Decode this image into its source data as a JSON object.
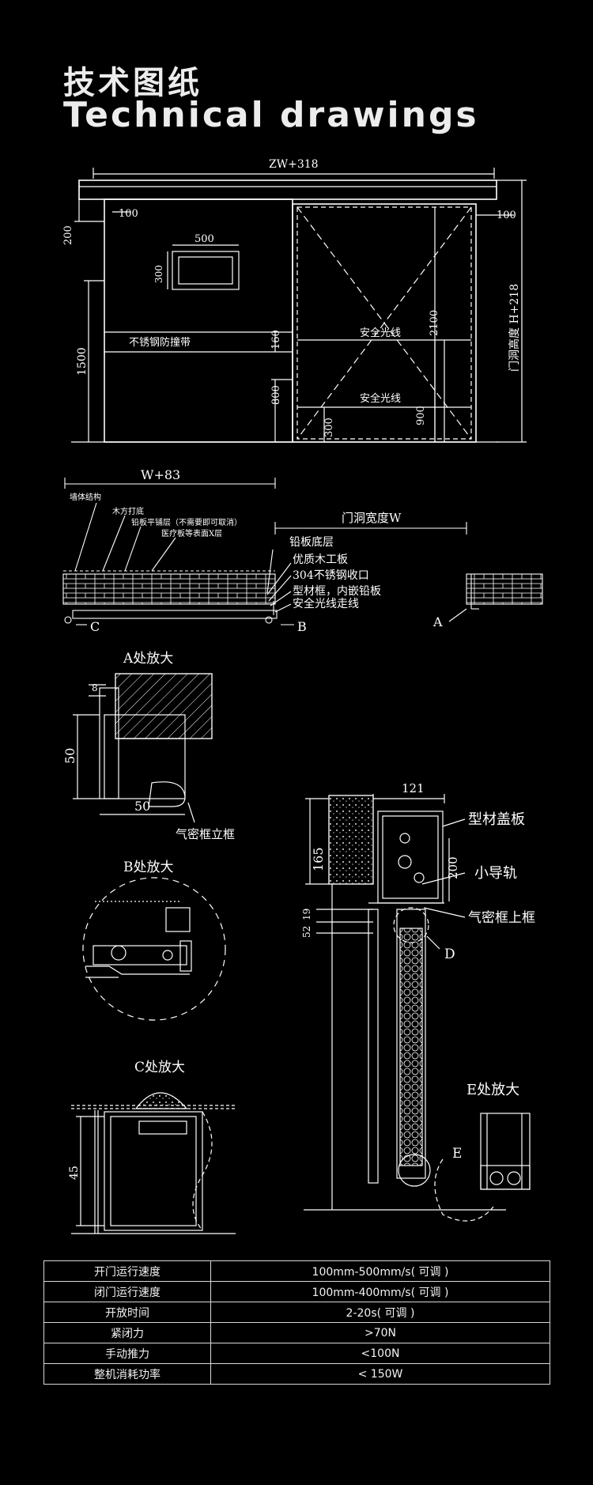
{
  "header": {
    "title_cn": "技术图纸",
    "title_en": "Technical drawings"
  },
  "elevation": {
    "top_dim": "ZW+318",
    "dim_100_left": "100",
    "dim_200": "200",
    "dim_500": "500",
    "dim_300_window": "300",
    "dim_1500": "1500",
    "dim_160": "160",
    "dim_800": "800",
    "dim_300_bottom": "300",
    "dim_2100": "2100",
    "dim_900": "900",
    "dim_100_right": "100",
    "opening_height": "门洞高度 H+218",
    "strip_label": "不锈钢防撞带",
    "safety_beam_upper": "安全光线",
    "safety_beam_lower": "安全光线"
  },
  "section": {
    "dim_w83": "W+83",
    "opening_width": "门洞宽度W",
    "labels_left": [
      "墙体结构",
      "木方打底",
      "铅板平铺层（不需要即可取消）",
      "医疗板等表面X层"
    ],
    "labels_right": [
      "铅板底层",
      "优质木工板",
      "304不锈钢收口",
      "型材框，内嵌铅板",
      "安全光线走线"
    ],
    "marker_a": "A",
    "marker_b": "B",
    "marker_c": "C"
  },
  "detail_a": {
    "title": "A处放大",
    "dim_8": "8",
    "dim_50_v": "50",
    "dim_50_h": "50",
    "label": "气密框立框"
  },
  "detail_b": {
    "title": "B处放大"
  },
  "detail_c": {
    "title": "C处放大",
    "dim_45": "45"
  },
  "detail_side": {
    "dim_121": "121",
    "dim_165": "165",
    "dim_200": "200",
    "dim_19": "19",
    "dim_52": "52",
    "label_cover": "型材盖板",
    "label_rail": "小导轨",
    "label_frame": "气密框上框",
    "marker_d": "D",
    "marker_e": "E"
  },
  "detail_e": {
    "title": "E处放大"
  },
  "specs": [
    {
      "name": "开门运行速度",
      "value": "100mm-500mm/s( 可调 )"
    },
    {
      "name": "闭门运行速度",
      "value": "100mm-400mm/s( 可调 )"
    },
    {
      "name": "开放时间",
      "value": "2-20s( 可调 )"
    },
    {
      "name": "紧闭力",
      "value": ">70N"
    },
    {
      "name": "手动推力",
      "value": "<100N"
    },
    {
      "name": "整机消耗功率",
      "value": "< 150W"
    }
  ]
}
